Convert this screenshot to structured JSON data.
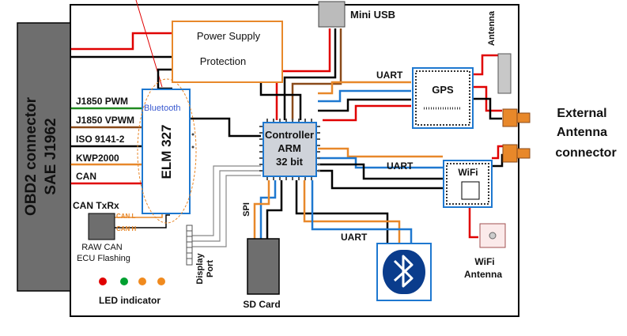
{
  "obd": {
    "title": "OBD2 connector",
    "subtitle": "SAE J1962"
  },
  "power": {
    "line1": "Power Supply",
    "line2": "Protection"
  },
  "usb": {
    "label": "Mini USB"
  },
  "antenna": {
    "label": "Antenna"
  },
  "external": {
    "line1": "External",
    "line2": "Antenna",
    "line3": "connector"
  },
  "protocols": [
    "J1850 PWM",
    "J1850 VPWM",
    "ISO 9141-2",
    "KWP2000",
    "CAN"
  ],
  "elm": {
    "label": "ELM 327",
    "bluetooth": "Bluetooth"
  },
  "controller": {
    "line1": "Controller",
    "line2": "ARM",
    "line3": "32 bit"
  },
  "gps": {
    "label": "GPS",
    "uart": "UART"
  },
  "wifi": {
    "label": "WiFi",
    "uart": "UART",
    "antenna1": "WiFi",
    "antenna2": "Antenna"
  },
  "bt": {
    "uart": "UART"
  },
  "can": {
    "title": "CAN TxRx",
    "l": "CAN L",
    "h": "CAN H",
    "raw1": "RAW CAN",
    "raw2": "ECU Flashing"
  },
  "led": {
    "label": "LED indicator",
    "colors": [
      "#e00000",
      "#00a030",
      "#f08a1e",
      "#f08a1e"
    ]
  },
  "display": {
    "line1": "Display",
    "line2": "Port"
  },
  "spi": {
    "label": "SPI"
  },
  "sd": {
    "label": "SD Card"
  },
  "colors": {
    "orange": "#e8882a",
    "red": "#e00000",
    "blue": "#1e78d0",
    "green": "#208a20",
    "brown": "#8a4a1a",
    "bt_blue": "#0a3c8c"
  }
}
